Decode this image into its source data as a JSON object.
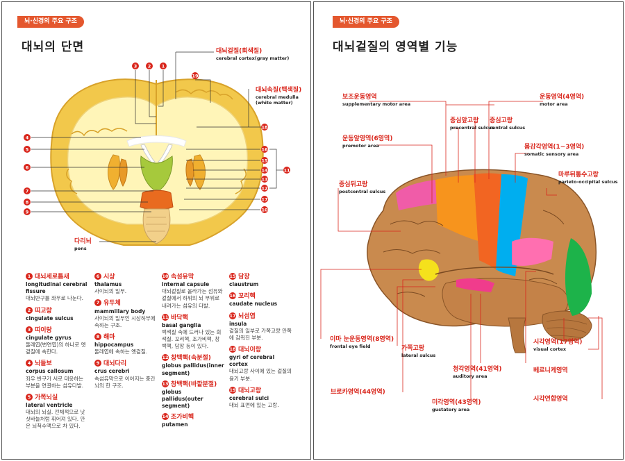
{
  "left": {
    "tag": "뇌·신경의 주요 구조",
    "title": "대뇌의 단면",
    "callouts": {
      "cortex": {
        "ko": "대뇌겉질(회색질)",
        "en": "cerebral cortex(gray matter)"
      },
      "medulla": {
        "ko": "대뇌속질(백색질)",
        "en1": "cerebral medulla",
        "en2": "(white matter)"
      },
      "pons": {
        "ko": "다리뇌",
        "en": "pons"
      }
    },
    "markers": [
      "1",
      "2",
      "3",
      "4",
      "5",
      "6",
      "7",
      "8",
      "9",
      "10",
      "11",
      "12",
      "13",
      "14",
      "15",
      "16",
      "17",
      "18",
      "19"
    ],
    "legend": [
      {
        "n": "1",
        "ko": "대뇌세로틈새",
        "en": "longitudinal cerebral fissure",
        "desc": "대뇌반구를 좌우로 나눈다."
      },
      {
        "n": "2",
        "ko": "띠고랑",
        "en": "cingulate sulcus",
        "desc": ""
      },
      {
        "n": "3",
        "ko": "띠이랑",
        "en": "cingulate gyrus",
        "desc": "둘레엽(변연엽)의 하나로 옛 겉질에 속한다."
      },
      {
        "n": "4",
        "ko": "뇌들보",
        "en": "corpus callosum",
        "desc": "좌우 반구가 서로 대응하는 부분을 연결하는 섬유다발."
      },
      {
        "n": "5",
        "ko": "가쪽뇌실",
        "en": "lateral ventricle",
        "desc": "대뇌의 뇌실. 전체적으로 낫 싯바늘처럼 휘어져 있다. 안은 뇌척수액으로 차 있다."
      },
      {
        "n": "6",
        "ko": "시상",
        "en": "thalamus",
        "desc": "사이뇌의 일부."
      },
      {
        "n": "7",
        "ko": "유두체",
        "en": "mammillary body",
        "desc": "사이뇌의 일부인 시상하부에 속하는 구조."
      },
      {
        "n": "8",
        "ko": "해마",
        "en": "hippocampus",
        "desc": "둘레엽에 속하는 옛겉질."
      },
      {
        "n": "9",
        "ko": "대뇌다리",
        "en": "crus cerebri",
        "desc": "속섬유막으로 이어지는 중간뇌의 한 구조."
      },
      {
        "n": "10",
        "ko": "속섬유막",
        "en": "internal capsule",
        "desc": "대뇌겉질로 올라가는 섬유와 겉질에서 하위의 뇌 부위로 내려가는 섬유의 다발."
      },
      {
        "n": "11",
        "ko": "바닥핵",
        "en": "basal ganglia",
        "desc": "백색질 속에 드러나 있는 회색질. 꼬리핵, 조가비핵, 창백핵, 담장 등이 있다."
      },
      {
        "n": "12",
        "ko": "창백핵(속분절)",
        "en": "globus pallidus(inner segment)",
        "desc": ""
      },
      {
        "n": "13",
        "ko": "창백핵(바깥분절)",
        "en": "globus pallidus(outer segment)",
        "desc": ""
      },
      {
        "n": "14",
        "ko": "조가비핵",
        "en": "putamen",
        "desc": ""
      },
      {
        "n": "15",
        "ko": "담장",
        "en": "claustrum",
        "desc": ""
      },
      {
        "n": "16",
        "ko": "꼬리핵",
        "en": "caudate nucleus",
        "desc": ""
      },
      {
        "n": "17",
        "ko": "뇌섬엽",
        "en": "insula",
        "desc": "겉질의 일부로 가쪽고랑 안쪽에 감춰진 부분."
      },
      {
        "n": "18",
        "ko": "대뇌이랑",
        "en": "gyri of cerebral cortex",
        "desc": "대뇌고랑 사이에 있는 겉질의 융기 부분."
      },
      {
        "n": "19",
        "ko": "대뇌고랑",
        "en": "cerebral sulci",
        "desc": "대뇌 표면에 있는 고랑."
      }
    ]
  },
  "right": {
    "tag": "뇌·신경의 주요 구조",
    "title": "대뇌겉질의 영역별 기능",
    "labels": {
      "sma": {
        "ko": "보조운동영역",
        "en": "supplementary motor area"
      },
      "motor": {
        "ko": "운동영역(4영역)",
        "en": "motor area"
      },
      "precentral": {
        "ko": "중심앞고랑",
        "en": "precentral sulcus"
      },
      "central": {
        "ko": "중심고랑",
        "en": "central sulcus"
      },
      "premotor": {
        "ko": "운동앞영역(6영역)",
        "en": "premotor area"
      },
      "somatic": {
        "ko": "몸감각영역(1~3영역)",
        "en": "somatic sensory area"
      },
      "postcentral": {
        "ko": "중심뒤고랑",
        "en": "postcentral sulcus"
      },
      "parieto": {
        "ko": "마루뒤통수고랑",
        "en": "parieto-occipital sulcus"
      },
      "visual": {
        "ko": "시각영역(17영역)",
        "en": "visual cortex"
      },
      "feye": {
        "ko": "이마 눈운동영역(8영역)",
        "en": "frontal eye field"
      },
      "lateral": {
        "ko": "가쪽고랑",
        "en": "lateral sulcus"
      },
      "wernicke": {
        "ko": "베르니케영역",
        "en": ""
      },
      "auditory": {
        "ko": "청각영역(41영역)",
        "en": "auditory area"
      },
      "broca": {
        "ko": "브로카영역(44영역)",
        "en": ""
      },
      "gustatory": {
        "ko": "미각영역(43영역)",
        "en": "gustatory area"
      },
      "visassoc": {
        "ko": "시각연합영역",
        "en": ""
      }
    }
  },
  "colors": {
    "accent": "#d9261c",
    "tag": "#e4572e",
    "line": "#c0302a"
  }
}
